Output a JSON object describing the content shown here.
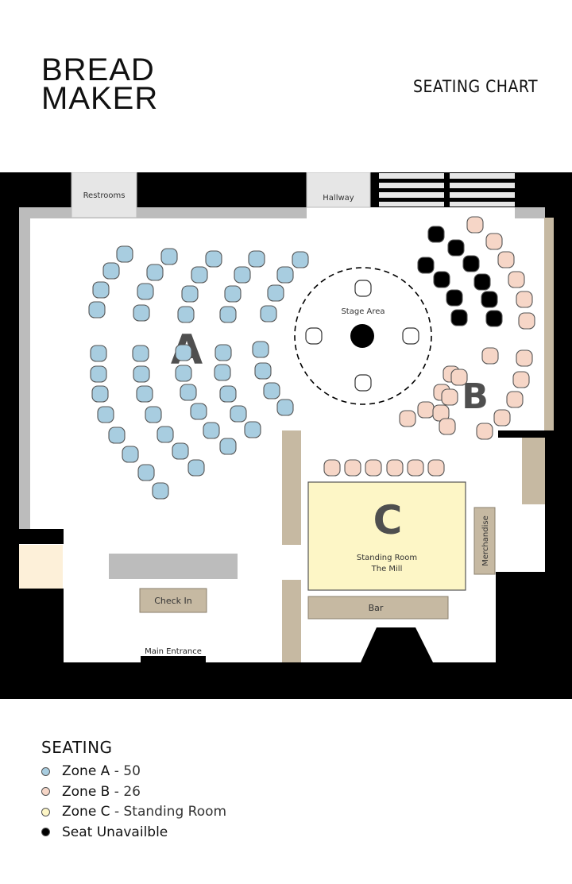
{
  "header": {
    "logo_line1": "BREAD",
    "logo_line2": "MAKER",
    "title": "SEATING CHART"
  },
  "colors": {
    "wall": "#000000",
    "grey_wall": "#bcbcbc",
    "zone_a": "#a8cde0",
    "zone_b": "#f6d6c7",
    "zone_c": "#fdf6c6",
    "unavailable": "#000000",
    "furniture": "#c6b9a2",
    "seat_outline": "#555555"
  },
  "rooms": {
    "restrooms": "Restrooms",
    "hallway": "Hallway",
    "stage": "Stage Area",
    "main_entrance": "Main Entrance",
    "check_in": "Check In",
    "bar": "Bar",
    "merchandise": "Merchandise",
    "standing_line1": "Standing Room",
    "standing_line2": "The Mill"
  },
  "zones": {
    "a_letter": "A",
    "b_letter": "B",
    "c_letter": "C"
  },
  "seat_counts": {
    "zone_a": 50,
    "zone_b": 26
  },
  "legend": {
    "title": "SEATING",
    "items": [
      {
        "label": "Zone A",
        "desc": "50",
        "color": "#a8cde0"
      },
      {
        "label": "Zone B",
        "desc": "26",
        "color": "#f6d6c7"
      },
      {
        "label": "Zone C",
        "desc": "Standing Room",
        "color": "#fdf6c6"
      },
      {
        "label": "Seat Unavailble",
        "desc": "",
        "color": "#000000"
      }
    ]
  }
}
